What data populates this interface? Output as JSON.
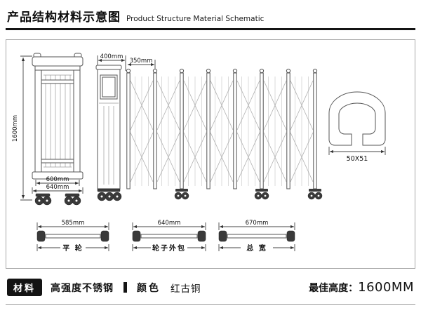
{
  "header": {
    "title": "产品结构材料示意图",
    "subtitle": "Product Structure Material Schematic"
  },
  "diagram": {
    "front_view": {
      "height": "1600mm",
      "inner_width": "600mm",
      "outer_width": "640mm"
    },
    "side_view": {
      "head_width": "400mm",
      "section_width": "350mm"
    },
    "profile": {
      "size": "50X51"
    },
    "bottom_dims": [
      {
        "value": "585mm",
        "label": "平 轮"
      },
      {
        "value": "640mm",
        "label": "轮子外包"
      },
      {
        "value": "670mm",
        "label": "总 宽"
      }
    ]
  },
  "footer": {
    "material_label": "材料",
    "material_value": "高强度不锈钢",
    "color_label": "颜色",
    "color_value": "红古铜",
    "best_height_label": "最佳高度：",
    "best_height_value": "1600MM"
  },
  "colors": {
    "line": "#444444",
    "accent_black": "#141414"
  }
}
